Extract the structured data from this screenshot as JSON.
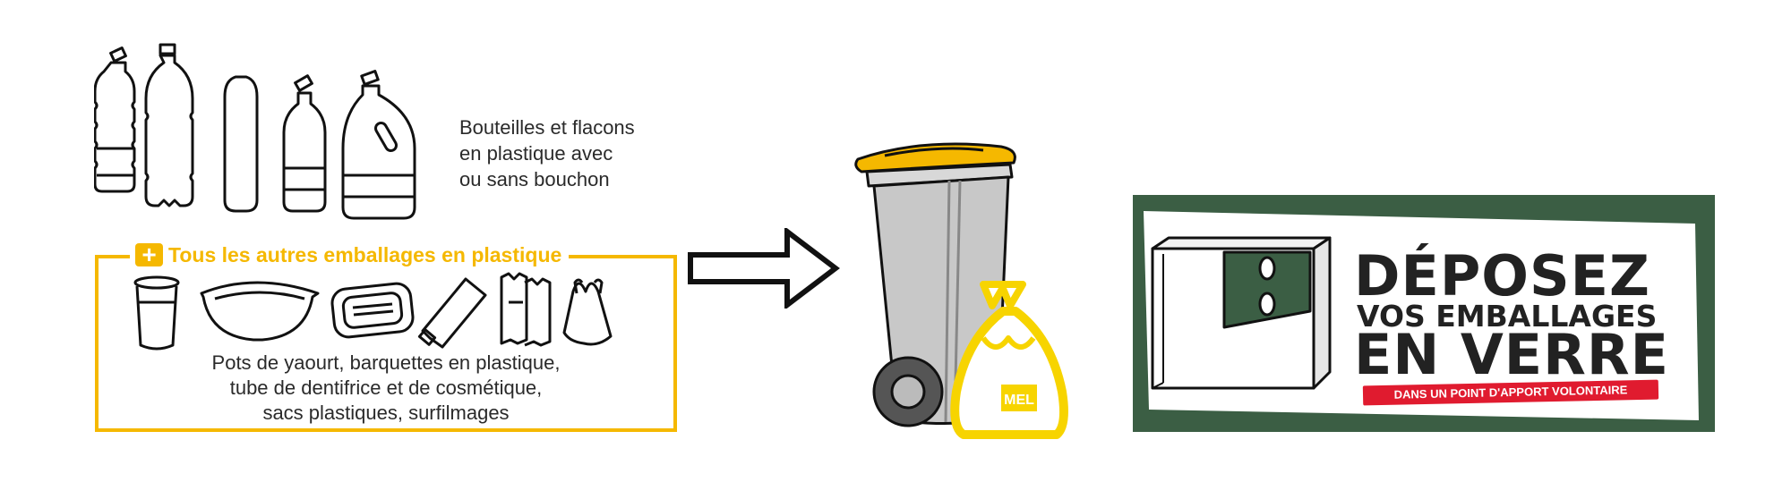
{
  "bottles": {
    "caption_lines": [
      "Bouteilles et flacons",
      "en plastique avec",
      "ou sans bouchon"
    ],
    "icons": [
      "water-bottle-icon",
      "soda-bottle-icon",
      "shampoo-bottle-icon",
      "milk-bottle-icon",
      "detergent-jug-icon"
    ]
  },
  "plastics_box": {
    "plus_symbol": "+",
    "title": "Tous les autres emballages en plastique",
    "caption_lines": [
      "Pots de yaourt, barquettes en plastique,",
      "tube de dentifrice et de cosmétique,",
      "sacs plastiques, surfilmages"
    ],
    "icons": [
      "yogurt-pot-icon",
      "plastic-tray-icon",
      "film-tray-icon",
      "toothpaste-tube-icon",
      "plastic-bags-icon",
      "carrier-bag-icon"
    ]
  },
  "bin": {
    "bag_label": "MEL",
    "colors": {
      "lid": "#f5b800",
      "body": "#c8c8c8",
      "bag": "#f7d400"
    }
  },
  "glass": {
    "line1": "DÉPOSEZ",
    "line2": "VOS EMBALLAGES",
    "line3": "EN VERRE",
    "ribbon": "DANS UN POINT  D'APPORT VOLONTAIRE",
    "colors": {
      "banner": "#3b5e44",
      "ribbon": "#e01b2f"
    }
  },
  "colors": {
    "accent": "#f5b800"
  }
}
